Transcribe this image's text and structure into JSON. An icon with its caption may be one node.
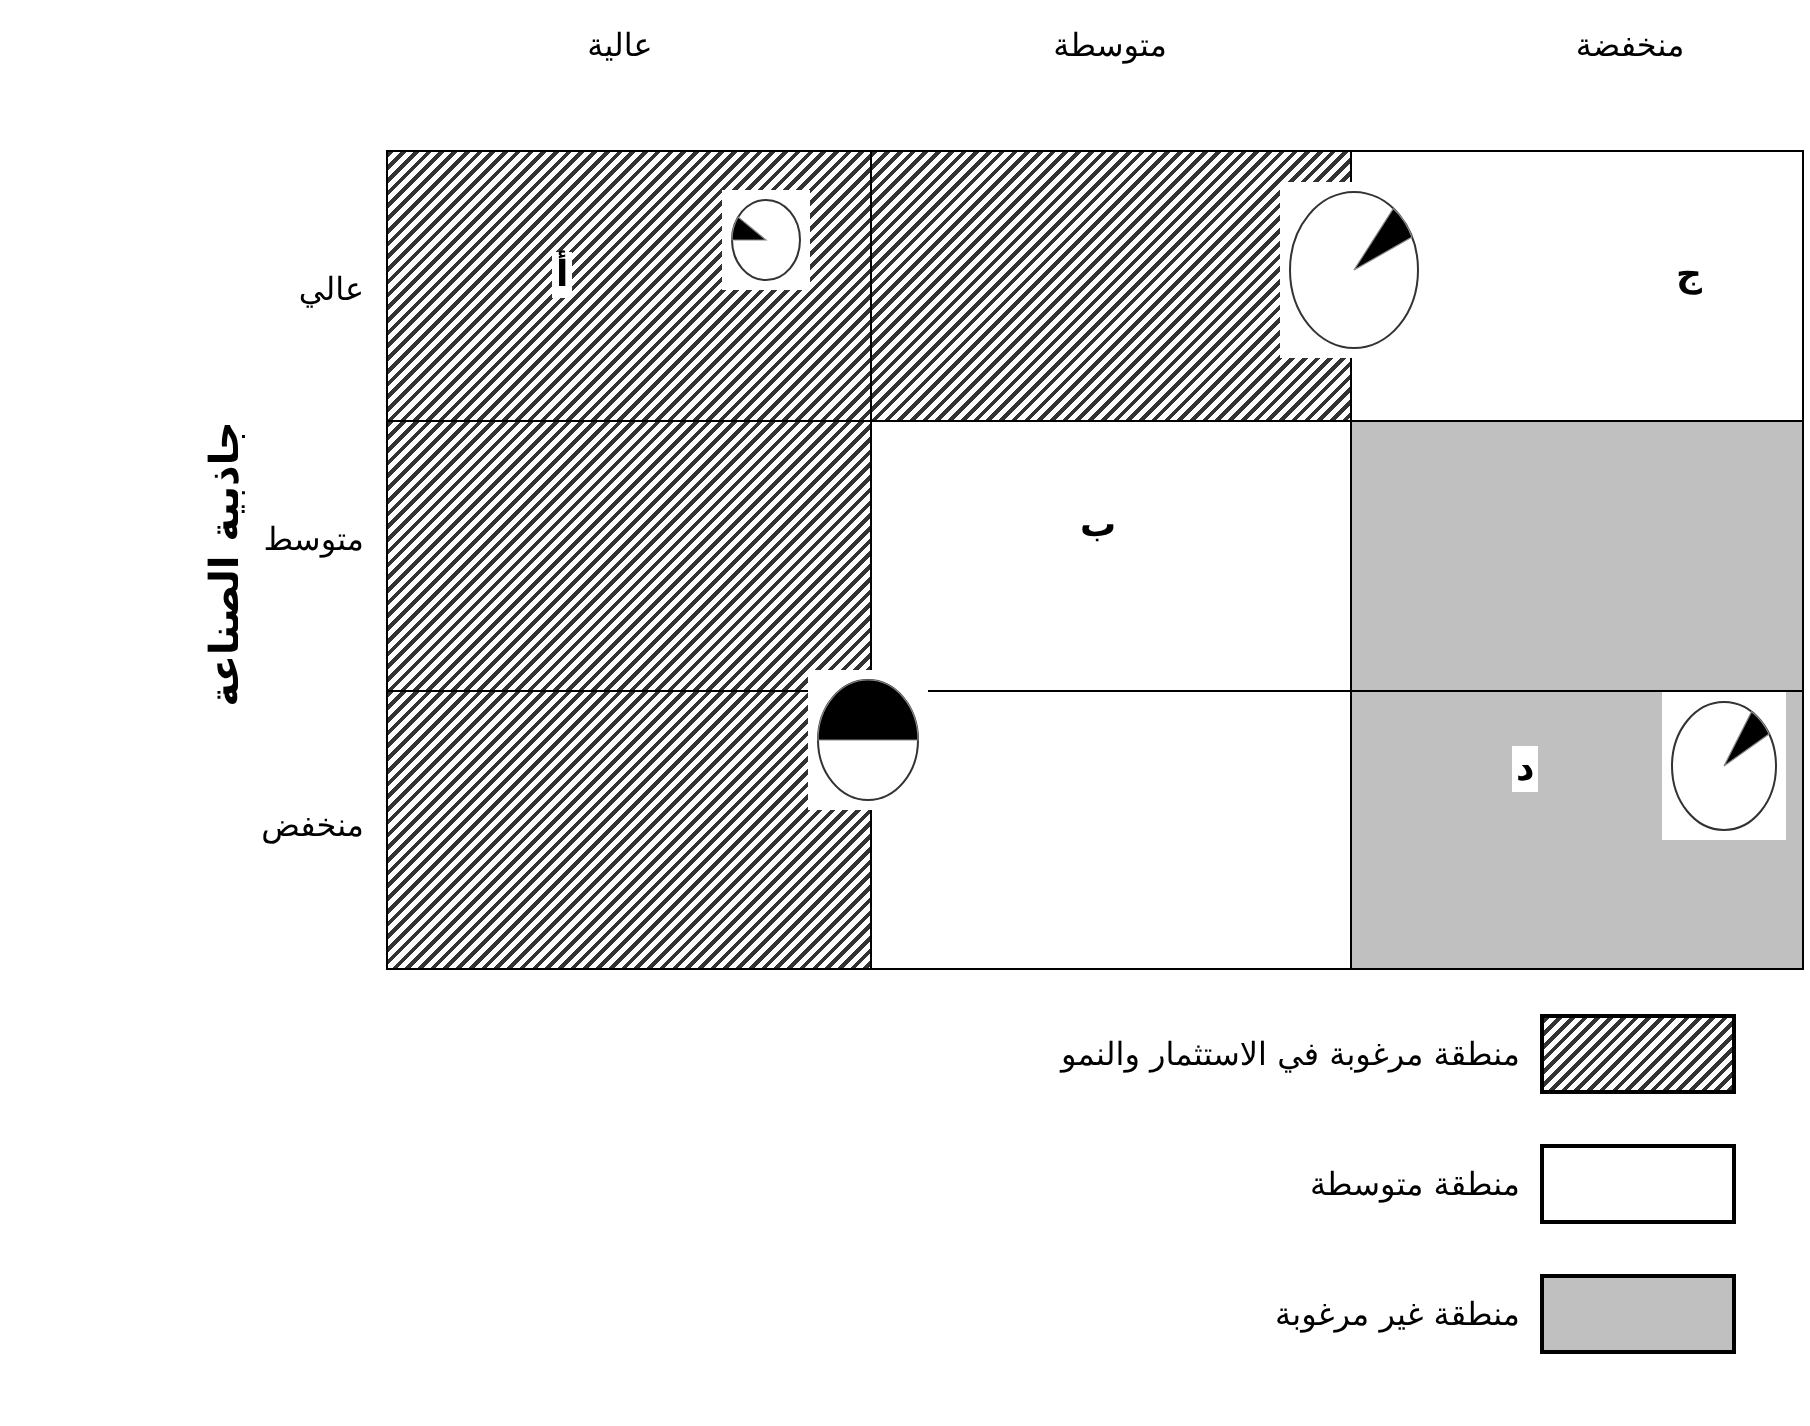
{
  "diagram": {
    "nodes": [
      {
        "text": [
          "أ"
        ]
      },
      {
        "text": [],
        "shape": "box"
      },
      {
        "text": [
          "ج"
        ]
      },
      {
        "text": [],
        "shape": "box"
      },
      {
        "text": [
          "ب"
        ]
      },
      {
        "text": [],
        "shape": "box"
      },
      {
        "text": [],
        "shape": "box"
      },
      {
        "text": [],
        "shape": "box"
      },
      {
        "text": [
          "د"
        ]
      }
    ],
    "labels": [
      "عالية",
      "متوسطة",
      "منخفضة",
      "عالي",
      "متوسط",
      "منخفض",
      "جاذبية الصناعة"
    ],
    "legend": [
      {
        "text": "منطقة مرغوبة في الاستثمار والنمو"
      },
      {
        "text": "منطقة متوسطة",
        "color": "#ffffff"
      },
      {
        "text": "منطقة غير مرغوبة",
        "color": "#c0c0c0"
      }
    ]
  }
}
